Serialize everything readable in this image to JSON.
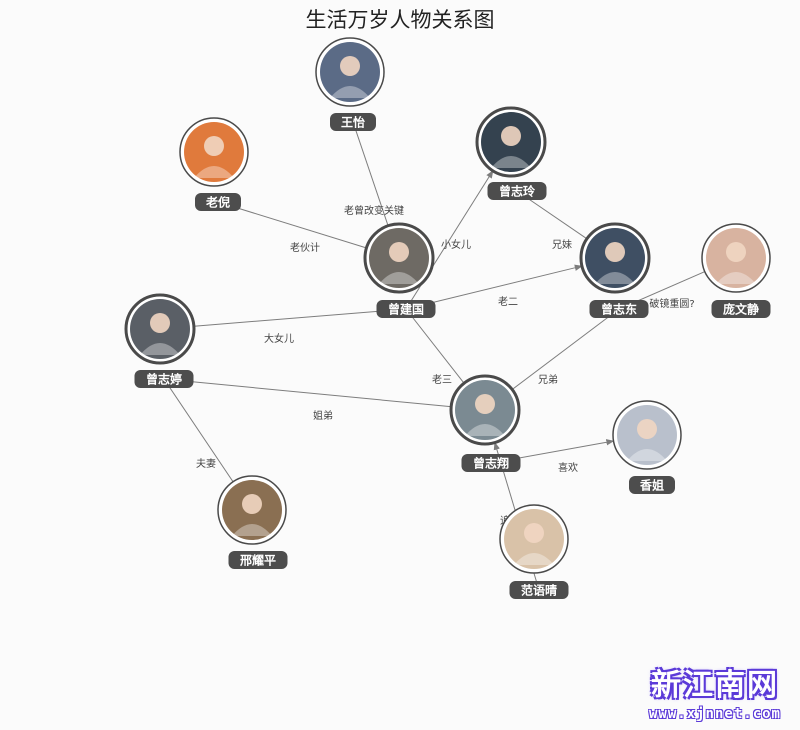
{
  "title": "生活万岁人物关系图",
  "nodes": [
    {
      "id": "wangyi",
      "label": "王怡",
      "avatar_color": "#5b6b86"
    },
    {
      "id": "laoni",
      "label": "老倪",
      "avatar_color": "#e07a3c"
    },
    {
      "id": "zengzhiling",
      "label": "曾志玲",
      "avatar_color": "#34424f"
    },
    {
      "id": "zengjianguo",
      "label": "曾建国",
      "avatar_color": "#6e6a64"
    },
    {
      "id": "zengzhidong",
      "label": "曾志东",
      "avatar_color": "#3f4f63"
    },
    {
      "id": "pangwenjing",
      "label": "庞文静",
      "avatar_color": "#d8b3a0"
    },
    {
      "id": "zengzhiting",
      "label": "曾志婷",
      "avatar_color": "#5a5f66"
    },
    {
      "id": "zengzhixiang",
      "label": "曾志翔",
      "avatar_color": "#7b8a92"
    },
    {
      "id": "xiangjie",
      "label": "香姐",
      "avatar_color": "#b9c0cc"
    },
    {
      "id": "xingyaoping",
      "label": "邢耀平",
      "avatar_color": "#8a6f52"
    },
    {
      "id": "fanyuqing",
      "label": "范语晴",
      "avatar_color": "#d9c2a8"
    }
  ],
  "edges": [
    {
      "from": "wangyi",
      "to": "zengjianguo",
      "label": "老曾改变关键",
      "arrow": false
    },
    {
      "from": "laoni",
      "to": "zengjianguo",
      "label": "老伙计",
      "arrow": false
    },
    {
      "from": "zengjianguo",
      "to": "zengzhiling",
      "label": "小女儿",
      "arrow": true
    },
    {
      "from": "zengjianguo",
      "to": "zengzhidong",
      "label": "老二",
      "arrow": true
    },
    {
      "from": "zengzhiling",
      "to": "zengzhidong",
      "label": "兄妹",
      "arrow": false
    },
    {
      "from": "zengzhidong",
      "to": "pangwenjing",
      "label": "破镜重圆?",
      "arrow": false
    },
    {
      "from": "zengjianguo",
      "to": "zengzhiting",
      "label": "大女儿",
      "arrow": false
    },
    {
      "from": "zengjianguo",
      "to": "zengzhixiang",
      "label": "老三",
      "arrow": false
    },
    {
      "from": "zengzhidong",
      "to": "zengzhixiang",
      "label": "兄弟",
      "arrow": false
    },
    {
      "from": "zengzhiting",
      "to": "zengzhixiang",
      "label": "姐弟",
      "arrow": false
    },
    {
      "from": "zengzhiting",
      "to": "xingyaoping",
      "label": "夫妻",
      "arrow": false
    },
    {
      "from": "zengzhixiang",
      "to": "xiangjie",
      "label": "喜欢",
      "arrow": true
    },
    {
      "from": "fanyuqing",
      "to": "zengzhixiang",
      "label": "追求",
      "arrow": true
    }
  ],
  "watermark": {
    "logo": "新江南网",
    "url": "www.xjnnet.com",
    "color": "#5b3ad8"
  }
}
